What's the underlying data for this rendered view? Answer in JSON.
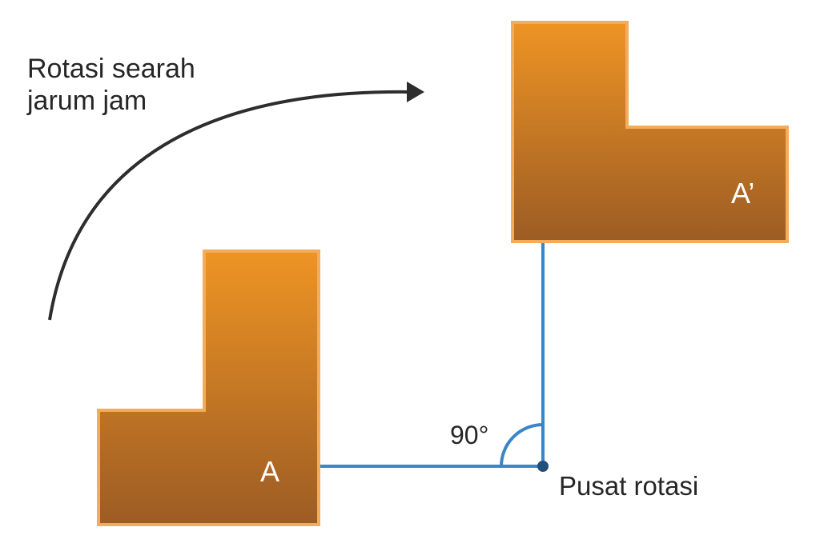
{
  "rotation_direction_label": [
    "Rotasi searah",
    "jarum jam"
  ],
  "original_shape_label": "A",
  "image_shape_label": "A’",
  "angle_label": "90°",
  "center_label": "Pusat rotasi",
  "rotation_angle_degrees": 90,
  "colors": {
    "shape_fill_top": "#ee9424",
    "shape_fill_bottom": "#9c5c24",
    "shape_stroke": "#f2ac5a",
    "ray": "#3b86c4",
    "center_point": "#1f4f7a",
    "arrow": "#2d2d2d",
    "text": "#262626"
  }
}
